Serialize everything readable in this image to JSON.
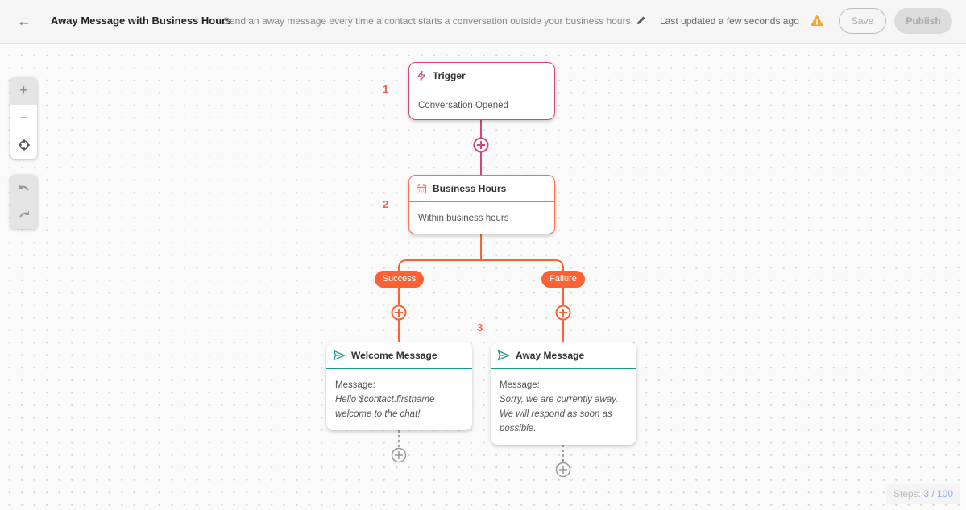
{
  "header": {
    "title": "Away Message with Business Hours",
    "description": "Send an away message every time a contact starts a conversation outside your business hours.",
    "last_updated": "Last updated a few seconds ago",
    "save_label": "Save",
    "publish_label": "Publish",
    "icons": [
      "arrow-left-icon",
      "pencil-icon",
      "warning-icon"
    ],
    "warning_color": "#f5a623"
  },
  "controls": {
    "zoom_in": "+",
    "zoom_out": "−",
    "icons": [
      "plus-icon",
      "minus-icon",
      "crosshair-icon",
      "undo-icon",
      "redo-icon"
    ]
  },
  "flow": {
    "trigger": {
      "number": "1",
      "title": "Trigger",
      "body": "Conversation Opened",
      "color": "#d6457a",
      "icon": "lightning-icon"
    },
    "business_hours": {
      "number": "2",
      "title": "Business Hours",
      "body": "Within business hours",
      "color": "#fd6e4f",
      "icon": "calendar-icon"
    },
    "branches": {
      "success": "Success",
      "failure": "Failure",
      "color": "#fd6234"
    },
    "step3_number": "3",
    "welcome": {
      "title": "Welcome Message",
      "label": "Message:",
      "lines": [
        "Hello $contact.firstname",
        "welcome to the chat!"
      ],
      "color": "#1a9a8a",
      "icon": "send-icon"
    },
    "away": {
      "title": "Away Message",
      "label": "Message:",
      "lines": [
        "Sorry, we are currently away.",
        "We will respond as soon as",
        "possible."
      ],
      "color": "#1a9a8a",
      "icon": "send-icon"
    }
  },
  "steps": {
    "label": "Steps:",
    "value": "3 / 100"
  }
}
